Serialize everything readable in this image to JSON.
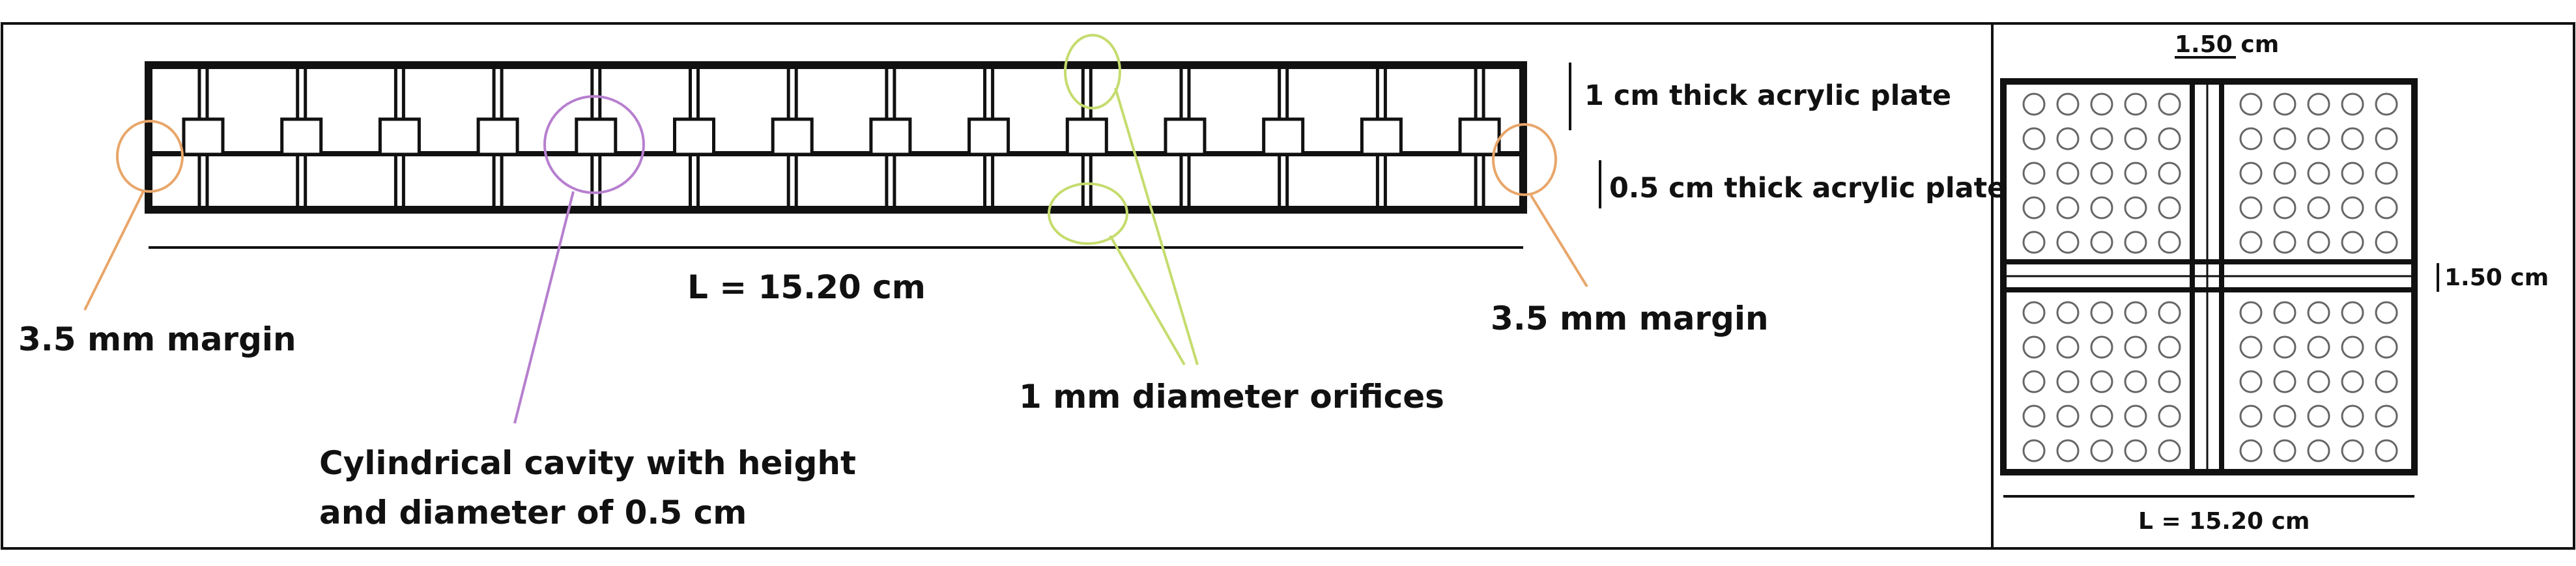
{
  "left_panel": {
    "top_plate_label": "1 cm thick acrylic plate",
    "bottom_plate_label": "0.5 cm thick acrylic plate",
    "length_label": "L = 15.20 cm",
    "margin_left_label": "3.5 mm margin",
    "margin_right_label": "3.5 mm margin",
    "orifices_label": "1 mm diameter orifices",
    "cavity_label_line1": "Cylindrical cavity with height",
    "cavity_label_line2": "and diameter of 0.5 cm",
    "cavity_count": 14
  },
  "right_panel": {
    "channel_width_top_label": "1.50 cm",
    "channel_width_side_label": "1.50 cm",
    "length_label": "L = 15.20 cm",
    "holes_per_row": 5,
    "rows_per_quadrant": 5
  },
  "colors": {
    "line": "#111111",
    "margin_callout": "#e8a66a",
    "cavity_callout": "#b77fcf",
    "orifice_callout": "#c5dc6e",
    "hole_stroke": "#666666",
    "panel_border": "#111111"
  }
}
